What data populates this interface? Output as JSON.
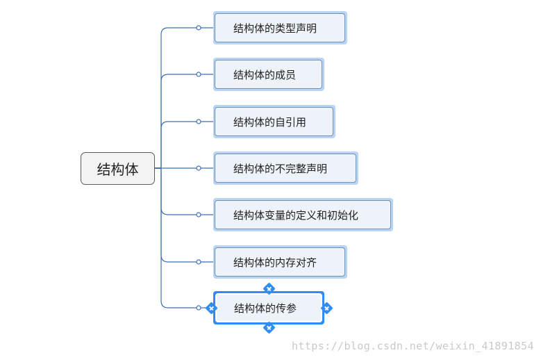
{
  "root": {
    "label": "结构体"
  },
  "branches": [
    {
      "label": "结构体的类型声明"
    },
    {
      "label": "结构体的成员"
    },
    {
      "label": "结构体的自引用"
    },
    {
      "label": "结构体的不完整声明"
    },
    {
      "label": "结构体变量的定义和初始化"
    },
    {
      "label": "结构体的内存对齐"
    },
    {
      "label": "结构体的传参"
    }
  ],
  "selected_branch_index": 6,
  "watermark": "https://blog.csdn.net/weixin_41891854",
  "colors": {
    "connector": "#3f6fb0",
    "branch_outer": "#b9d5f3",
    "branch_fill": "#eef3fa",
    "selection": "#2f8cf0",
    "root_fill": "#f3f3f3"
  }
}
